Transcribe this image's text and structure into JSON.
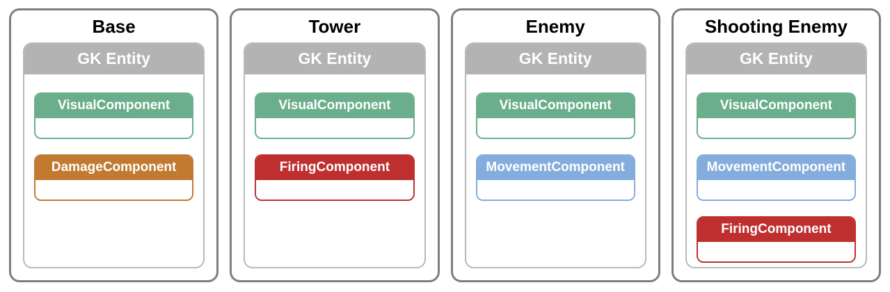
{
  "diagram": {
    "gk_entity_label": "GK Entity",
    "colors": {
      "green": "#6BAE8C",
      "orange": "#C17A30",
      "red": "#BF2F2F",
      "blue": "#84ACDC",
      "gray_header": "#B3B3B3",
      "outer_border": "#7E7E7E",
      "inner_border": "#B9B9B9"
    },
    "panels": [
      {
        "title": "Base",
        "components": [
          {
            "label": "VisualComponent",
            "color": "green"
          },
          {
            "label": "DamageComponent",
            "color": "orange"
          }
        ]
      },
      {
        "title": "Tower",
        "components": [
          {
            "label": "VisualComponent",
            "color": "green"
          },
          {
            "label": "FiringComponent",
            "color": "red"
          }
        ]
      },
      {
        "title": "Enemy",
        "components": [
          {
            "label": "VisualComponent",
            "color": "green"
          },
          {
            "label": "MovementComponent",
            "color": "blue"
          }
        ]
      },
      {
        "title": "Shooting Enemy",
        "components": [
          {
            "label": "VisualComponent",
            "color": "green"
          },
          {
            "label": "MovementComponent",
            "color": "blue"
          },
          {
            "label": "FiringComponent",
            "color": "red"
          }
        ]
      }
    ]
  }
}
